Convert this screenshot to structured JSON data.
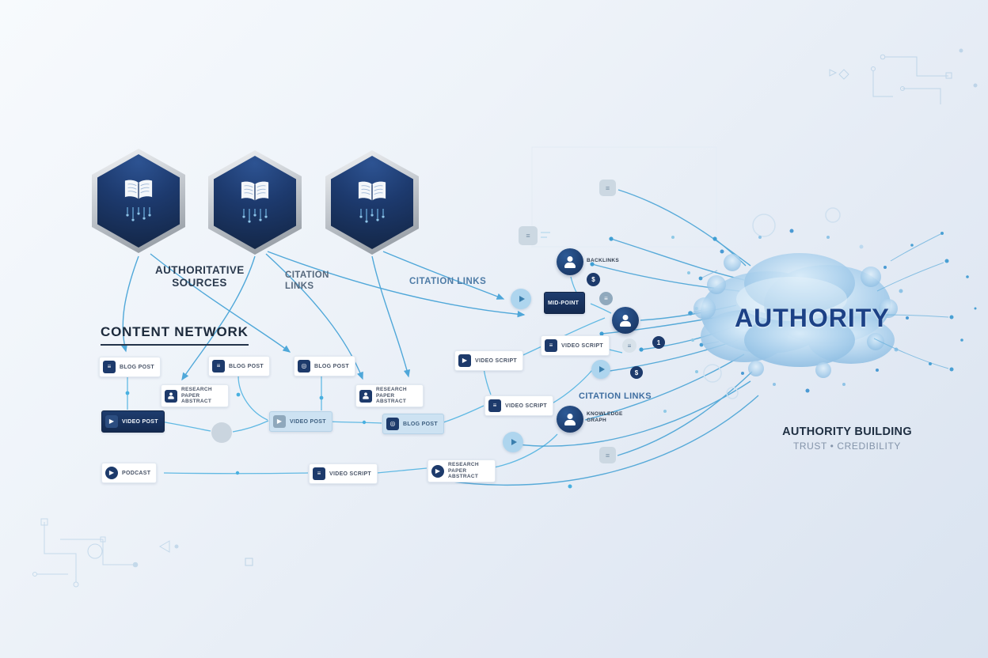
{
  "colors": {
    "accent_blue": "#3f9fd4",
    "navy": "#1d3a6b",
    "light_blue": "#cde2f2",
    "cloud_blue": "#a9cfec",
    "text_dark": "#1f2f42",
    "text_muted": "#8494aa"
  },
  "sources": {
    "heading_line1": "AUTHORITATIVE",
    "heading_line2": "SOURCES",
    "hexagons": [
      {
        "icon": "book-icon"
      },
      {
        "icon": "book-icon"
      },
      {
        "icon": "book-icon"
      }
    ]
  },
  "citation_labels": {
    "left_line1": "CITATION",
    "left_line2": "LINKS",
    "mid": "CITATION LINKS",
    "right": "CITATION LINKS"
  },
  "network": {
    "heading": "CONTENT NETWORK",
    "nodes": [
      {
        "label": "BLOG POST"
      },
      {
        "label": "BLOG POST"
      },
      {
        "label": "BLOG POST"
      },
      {
        "label": "RESEARCH PAPER ABSTRACT"
      },
      {
        "label": "VIDEO SCRIPT"
      },
      {
        "label": "RESEARCH PAPER ABSTRACT"
      },
      {
        "label": "MID-POINT"
      },
      {
        "label": "VIDEO SCRIPT"
      },
      {
        "label": "VIDEO POST"
      },
      {
        "label": "VIDEO POST"
      },
      {
        "label": "BLOG POST"
      },
      {
        "label": "VIDEO SCRIPT"
      },
      {
        "label": "PODCAST"
      },
      {
        "label": "VIDEO SCRIPT"
      },
      {
        "label": "RESEARCH PAPER ABSTRACT"
      }
    ]
  },
  "hub": {
    "backlinks_label": "BACKLINKS",
    "knowledge_line1": "KNOWLEDGE",
    "knowledge_line2": "GRAPH"
  },
  "authority": {
    "cloud_text": "AUTHORITY",
    "building": "AUTHORITY BUILDING",
    "trust": "TRUST • CREDIBILITY"
  }
}
